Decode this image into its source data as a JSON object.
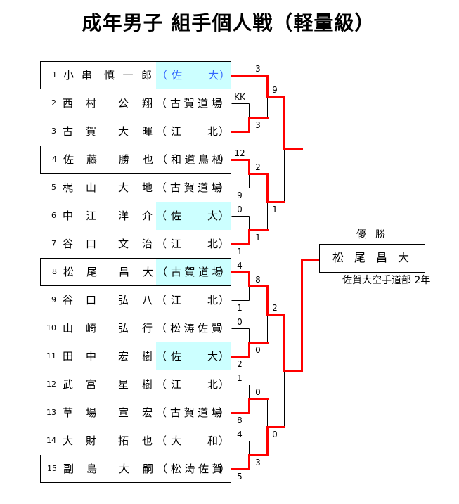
{
  "title": "成年男子 組手個人戦（軽量級）",
  "team_brackets": [
    "（",
    "）"
  ],
  "colors": {
    "winner_line": "#ff0000",
    "loser_line": "#000000",
    "highlight_bg": "#ccffff"
  },
  "players": [
    {
      "no": "1",
      "surname": "小串",
      "given": "慎一郎",
      "team": "佐大",
      "seeded": true,
      "highlight": true,
      "team_color": "#3366ff"
    },
    {
      "no": "2",
      "surname": "西村",
      "given": "公翔",
      "team": "古賀道場",
      "seeded": false,
      "highlight": false
    },
    {
      "no": "3",
      "surname": "古賀",
      "given": "大暉",
      "team": "江北",
      "seeded": false,
      "highlight": false
    },
    {
      "no": "4",
      "surname": "佐藤",
      "given": "勝也",
      "team": "和道鳥栖",
      "seeded": true,
      "highlight": false
    },
    {
      "no": "5",
      "surname": "梶山",
      "given": "大地",
      "team": "古賀道場",
      "seeded": false,
      "highlight": false
    },
    {
      "no": "6",
      "surname": "中江",
      "given": "洋介",
      "team": "佐大",
      "seeded": false,
      "highlight": true
    },
    {
      "no": "7",
      "surname": "谷口",
      "given": "文治",
      "team": "江北",
      "seeded": false,
      "highlight": false
    },
    {
      "no": "8",
      "surname": "松尾",
      "given": "昌大",
      "team": "古賀道場",
      "seeded": true,
      "highlight": true
    },
    {
      "no": "9",
      "surname": "谷口",
      "given": "弘八",
      "team": "江北",
      "seeded": false,
      "highlight": false
    },
    {
      "no": "10",
      "surname": "山崎",
      "given": "弘行",
      "team": "松涛佐賀",
      "seeded": false,
      "highlight": false
    },
    {
      "no": "11",
      "surname": "田中",
      "given": "宏樹",
      "team": "佐大",
      "seeded": false,
      "highlight": true
    },
    {
      "no": "12",
      "surname": "武富",
      "given": "星樹",
      "team": "江北",
      "seeded": false,
      "highlight": false
    },
    {
      "no": "13",
      "surname": "草場",
      "given": "宣宏",
      "team": "古賀道場",
      "seeded": false,
      "highlight": false
    },
    {
      "no": "14",
      "surname": "大財",
      "given": "拓也",
      "team": "大和",
      "seeded": false,
      "highlight": false
    },
    {
      "no": "15",
      "surname": "副島",
      "given": "大嗣",
      "team": "松涛佐賀",
      "seeded": true,
      "highlight": false
    }
  ],
  "matches": [
    {
      "round": 1,
      "a": {
        "player": "2"
      },
      "b": {
        "player": "3"
      },
      "score_a": "KK",
      "score_b": "",
      "winner": "b"
    },
    {
      "round": 1,
      "a": {
        "player": "4"
      },
      "b": {
        "player": "5"
      },
      "score_a": "12",
      "score_b": "9",
      "winner": "a"
    },
    {
      "round": 1,
      "a": {
        "player": "6"
      },
      "b": {
        "player": "7"
      },
      "score_a": "0",
      "score_b": "1",
      "winner": "b"
    },
    {
      "round": 1,
      "a": {
        "player": "8"
      },
      "b": {
        "player": "9"
      },
      "score_a": "4",
      "score_b": "1",
      "winner": "a"
    },
    {
      "round": 1,
      "a": {
        "player": "10"
      },
      "b": {
        "player": "11"
      },
      "score_a": "0",
      "score_b": "2",
      "winner": "b"
    },
    {
      "round": 1,
      "a": {
        "player": "12"
      },
      "b": {
        "player": "13"
      },
      "score_a": "1",
      "score_b": "8",
      "winner": "b"
    },
    {
      "round": 1,
      "a": {
        "player": "14"
      },
      "b": {
        "player": "15"
      },
      "score_a": "4",
      "score_b": "5",
      "winner": "b"
    },
    {
      "round": 2,
      "a": {
        "player": "1"
      },
      "b": {
        "winner_of": 0
      },
      "score_a": "3",
      "score_b": "3",
      "winner": "a"
    },
    {
      "round": 2,
      "a": {
        "winner_of": 1
      },
      "b": {
        "winner_of": 2
      },
      "score_a": "2",
      "score_b": "1",
      "winner": "a"
    },
    {
      "round": 2,
      "a": {
        "winner_of": 3
      },
      "b": {
        "winner_of": 4
      },
      "score_a": "8",
      "score_b": "0",
      "winner": "a"
    },
    {
      "round": 2,
      "a": {
        "winner_of": 5
      },
      "b": {
        "winner_of": 6
      },
      "score_a": "0",
      "score_b": "3",
      "winner": "b"
    },
    {
      "round": 3,
      "a": {
        "winner_of": 7
      },
      "b": {
        "winner_of": 8
      },
      "score_a": "9",
      "score_b": "1",
      "winner": "a"
    },
    {
      "round": 3,
      "a": {
        "winner_of": 9
      },
      "b": {
        "winner_of": 10
      },
      "score_a": "2",
      "score_b": "0",
      "winner": "a"
    },
    {
      "round": 4,
      "a": {
        "winner_of": 11
      },
      "b": {
        "winner_of": 12
      },
      "score_a": "",
      "score_b": "",
      "winner": "b"
    }
  ],
  "champion": {
    "label": "優勝",
    "name": "松尾昌大",
    "caption": "佐賀大空手道部 2年"
  }
}
